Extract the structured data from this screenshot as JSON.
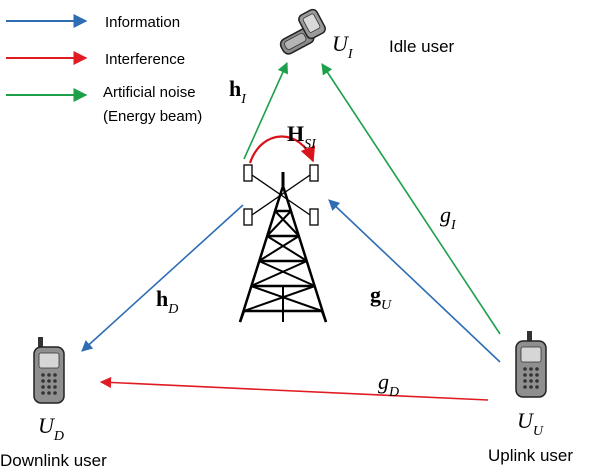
{
  "legend": {
    "items": [
      {
        "label": "Information",
        "color": "#2e6db4"
      },
      {
        "label": "Interference",
        "color": "#e11b22"
      },
      {
        "label": "Artificial noise",
        "label2": "(Energy beam)",
        "color": "#1ea04b"
      }
    ]
  },
  "nodes": {
    "idle": {
      "symbol": "U",
      "sub": "I",
      "caption": "Idle user"
    },
    "downlink": {
      "symbol": "U",
      "sub": "D",
      "caption": "Downlink user"
    },
    "uplink": {
      "symbol": "U",
      "sub": "U",
      "caption": "Uplink user"
    }
  },
  "links": {
    "hI": {
      "main": "h",
      "sub": "I"
    },
    "HSI": {
      "main": "H",
      "sub": "SI"
    },
    "gI": {
      "main": "g",
      "sub": "I"
    },
    "hD": {
      "main": "h",
      "sub": "D"
    },
    "gU": {
      "main": "g",
      "sub": "U"
    },
    "gD": {
      "main": "g",
      "sub": "D"
    }
  },
  "colors": {
    "information": "#2e6db4",
    "interference": "#e11b22",
    "artificial_noise": "#1ea04b"
  }
}
